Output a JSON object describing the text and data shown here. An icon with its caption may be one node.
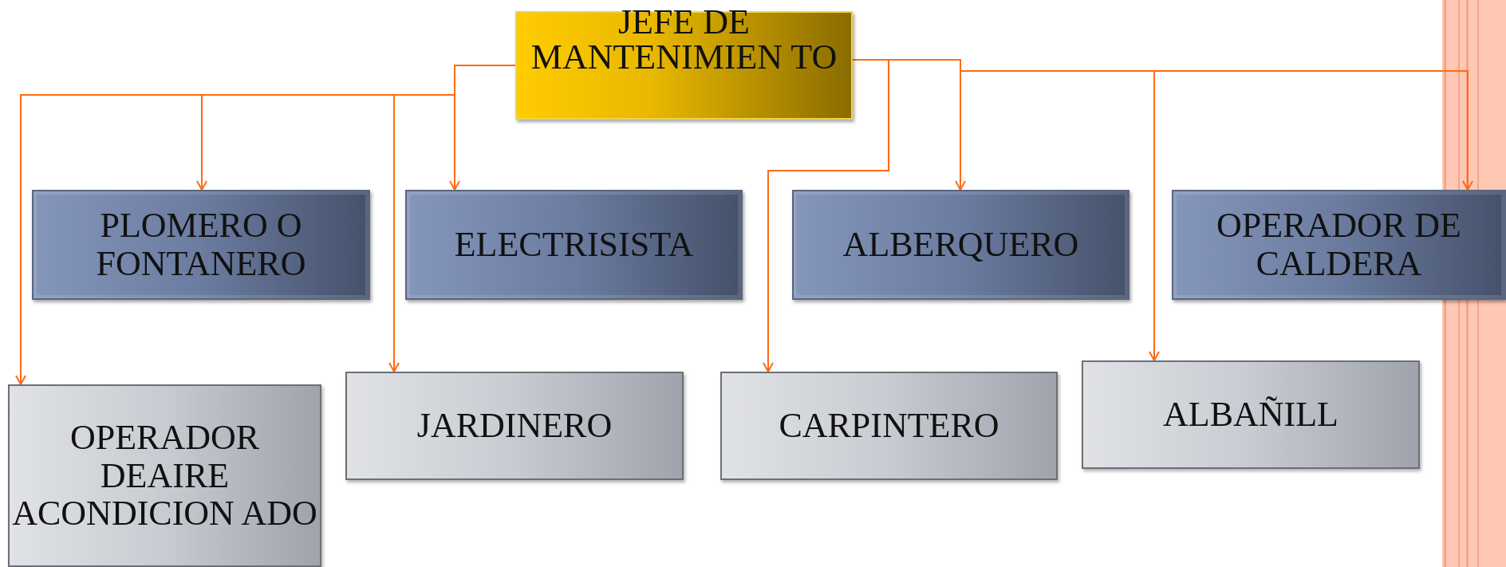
{
  "diagram": {
    "nodes": [
      {
        "text": [
          "JEFE DE MANTENIMIEN TO"
        ]
      },
      {
        "text": [
          "PLOMERO O FONTANERO"
        ]
      },
      {
        "text": [
          "ELECTRISISTA"
        ]
      },
      {
        "text": [
          "ALBERQUERO"
        ]
      },
      {
        "text": [
          "OPERADOR DE CALDERA"
        ]
      },
      {
        "text": [
          "OPERADOR DEAIRE ACONDICION ADO"
        ]
      },
      {
        "text": [
          "JARDINERO"
        ]
      },
      {
        "text": [
          "CARPINTERO"
        ]
      },
      {
        "text": [
          "ALBAÑILL"
        ]
      }
    ],
    "edges": [
      {
        "from": 0,
        "to": 5,
        "arrow": "to"
      },
      {
        "from": 0,
        "to": 1,
        "arrow": "to"
      },
      {
        "from": 0,
        "to": 6,
        "arrow": "to"
      },
      {
        "from": 0,
        "to": 2,
        "arrow": "to"
      },
      {
        "from": 0,
        "to": 7,
        "arrow": "to"
      },
      {
        "from": 0,
        "to": 3,
        "arrow": "to"
      },
      {
        "from": 0,
        "to": 4,
        "arrow": "to"
      },
      {
        "from": 0,
        "to": 8,
        "arrow": "to"
      }
    ]
  }
}
